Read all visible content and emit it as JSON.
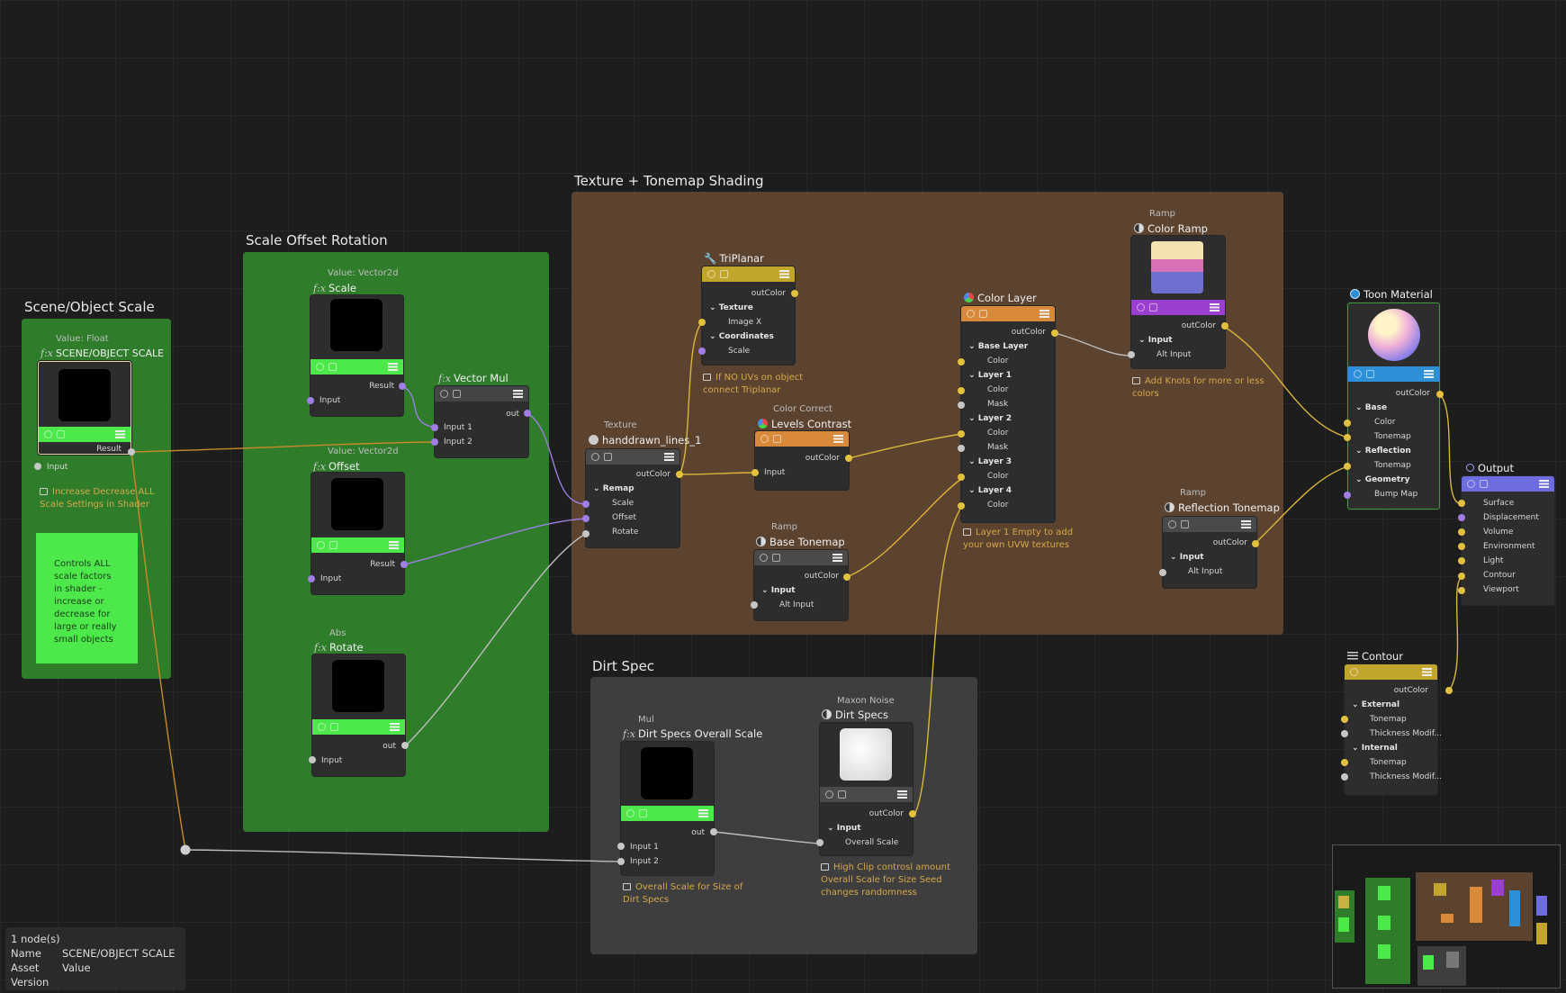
{
  "groups": {
    "scene": "Scene/Object Scale",
    "sor": "Scale Offset Rotation",
    "tex": "Texture + Tonemap Shading",
    "dirt": "Dirt Spec"
  },
  "nodes": {
    "scene_scale": {
      "sub": "Value: Float",
      "fx": "f:x",
      "title": "SCENE/OBJECT SCALE",
      "out": "Result",
      "in": "Input",
      "bar_color": "#4de84a"
    },
    "scale": {
      "sub": "Value: Vector2d",
      "fx": "f:x",
      "title": "Scale",
      "out": "Result",
      "in": "Input",
      "bar_color": "#4de84a"
    },
    "offset": {
      "sub": "Value: Vector2d",
      "fx": "f:x",
      "title": "Offset",
      "out": "Result",
      "in": "Input",
      "bar_color": "#4de84a"
    },
    "rotate": {
      "sub": "Abs",
      "fx": "f:x",
      "title": "Rotate",
      "out": "out",
      "in": "Input",
      "bar_color": "#4de84a"
    },
    "vector_mul": {
      "fx": "f:x",
      "title": "Vector Mul",
      "out": "out",
      "in1": "Input 1",
      "in2": "Input 2",
      "bar_color": "#454545"
    },
    "texture": {
      "sub": "Texture",
      "title": "handdrawn_lines_1",
      "out": "outColor",
      "sec": "Remap",
      "r1": "Scale",
      "r2": "Offset",
      "r3": "Rotate",
      "bar_color": "#4a4a4a"
    },
    "triplanar": {
      "title": "TriPlanar",
      "out": "outColor",
      "sec1": "Texture",
      "r1": "Image X",
      "sec2": "Coordinates",
      "r2": "Scale",
      "bar_color": "#c2a52c"
    },
    "levels": {
      "sub": "Color Correct",
      "title": "Levels Contrast",
      "out": "outColor",
      "in": "Input",
      "bar_color": "#d88a3a"
    },
    "base_tonemap": {
      "sub": "Ramp",
      "title": "Base Tonemap",
      "out": "outColor",
      "sec": "Input",
      "r1": "Alt Input",
      "bar_color": "#4a4a4a"
    },
    "color_layer": {
      "title": "Color Layer",
      "out": "outColor",
      "s1": "Base Layer",
      "c1": "Color",
      "s2": "Layer 1",
      "c2": "Color",
      "m2": "Mask",
      "s3": "Layer 2",
      "c3": "Color",
      "m3": "Mask",
      "s4": "Layer 3",
      "c4": "Color",
      "s5": "Layer 4",
      "c5": "Color",
      "bar_color": "#d88a3a"
    },
    "color_ramp": {
      "sub": "Ramp",
      "title": "Color Ramp",
      "out": "outColor",
      "sec": "Input",
      "r1": "Alt Input",
      "bar_color": "#9b3fd0",
      "swatch": [
        "#f2e2b0",
        "#d870b8",
        "#6f6fd0"
      ]
    },
    "refl_tonemap": {
      "sub": "Ramp",
      "title": "Reflection Tonemap",
      "out": "outColor",
      "sec": "Input",
      "r1": "Alt Input",
      "bar_color": "#4a4a4a"
    },
    "toon": {
      "title": "Toon Material",
      "out": "outColor",
      "s1": "Base",
      "r1": "Color",
      "r2": "Tonemap",
      "s2": "Reflection",
      "r3": "Tonemap",
      "s3": "Geometry",
      "r4": "Bump Map",
      "bar_color": "#2d8fd8"
    },
    "output": {
      "title": "Output",
      "rows": [
        "Surface",
        "Displacement",
        "Volume",
        "Environment",
        "Light",
        "Contour",
        "Viewport"
      ],
      "bar_color": "#6d6de0"
    },
    "contour": {
      "title": "Contour",
      "out": "outColor",
      "s1": "External",
      "r1": "Tonemap",
      "r2": "Thickness Modif...",
      "s2": "Internal",
      "r3": "Tonemap",
      "r4": "Thickness Modif...",
      "bar_color": "#c2a52c"
    },
    "dirt_scale": {
      "sub": "Mul",
      "fx": "f:x",
      "title": "Dirt Specs Overall Scale",
      "out": "out",
      "in1": "Input 1",
      "in2": "Input 2",
      "bar_color": "#4de84a"
    },
    "dirt_specs": {
      "sub": "Maxon Noise",
      "title": "Dirt Specs",
      "out": "outColor",
      "sec": "Input",
      "r1": "Overall Scale",
      "bar_color": "#4a4a4a"
    }
  },
  "notes": {
    "scene": "Increase Decrease ALL Scale Settings in Shader",
    "sticky": "Controls ALL scale factors in shader - increase or decrease for large or really small objects",
    "triplanar": "If NO UVs on object connect Triplanar",
    "color_layer": "Layer 1 Empty to add your own UVW textures",
    "color_ramp": "Add Knots for more or less colors",
    "dirt_scale": "Overall Scale for Size of Dirt Specs",
    "dirt_specs": "High Clip controsl amount Overall Scale for Size Seed changes randomness"
  },
  "info": {
    "count": "1 node(s)",
    "name_label": "Name",
    "name_value": "SCENE/OBJECT SCALE",
    "asset_label": "Asset",
    "asset_value": "Value",
    "version_label": "Version"
  },
  "colors": {
    "wire_yellow": "#d9b63a",
    "wire_orange": "#c9892a",
    "wire_purple": "#9a7fe0",
    "wire_white": "#bdbdbd"
  }
}
